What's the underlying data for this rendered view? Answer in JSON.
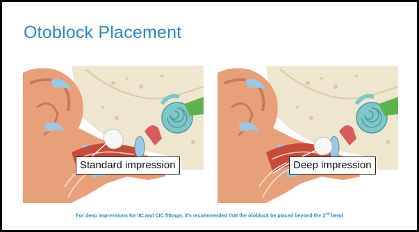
{
  "slide": {
    "title": "Otoblock Placement",
    "left_label": "Standard impression",
    "right_label": "Deep impression",
    "caption_main": "For deep impressions for IIC and CIC fittings, it’s recommended that the otoblock be placed beyond the 2",
    "caption_sup": "nd",
    "caption_end": " bend"
  },
  "colors": {
    "title": "#2e86c1",
    "caption": "#2e86c1",
    "skin": "#e8a07a",
    "canal": "#c84a3a",
    "bone": "#efe6cf",
    "cochlea": "#7fc7c9",
    "nerve": "#5fb04f",
    "cartilage": "#9cc8e4"
  },
  "icons": {
    "diagram": "ear-cross-section-illustration",
    "otoblock": "otoblock-cotton-plug"
  }
}
